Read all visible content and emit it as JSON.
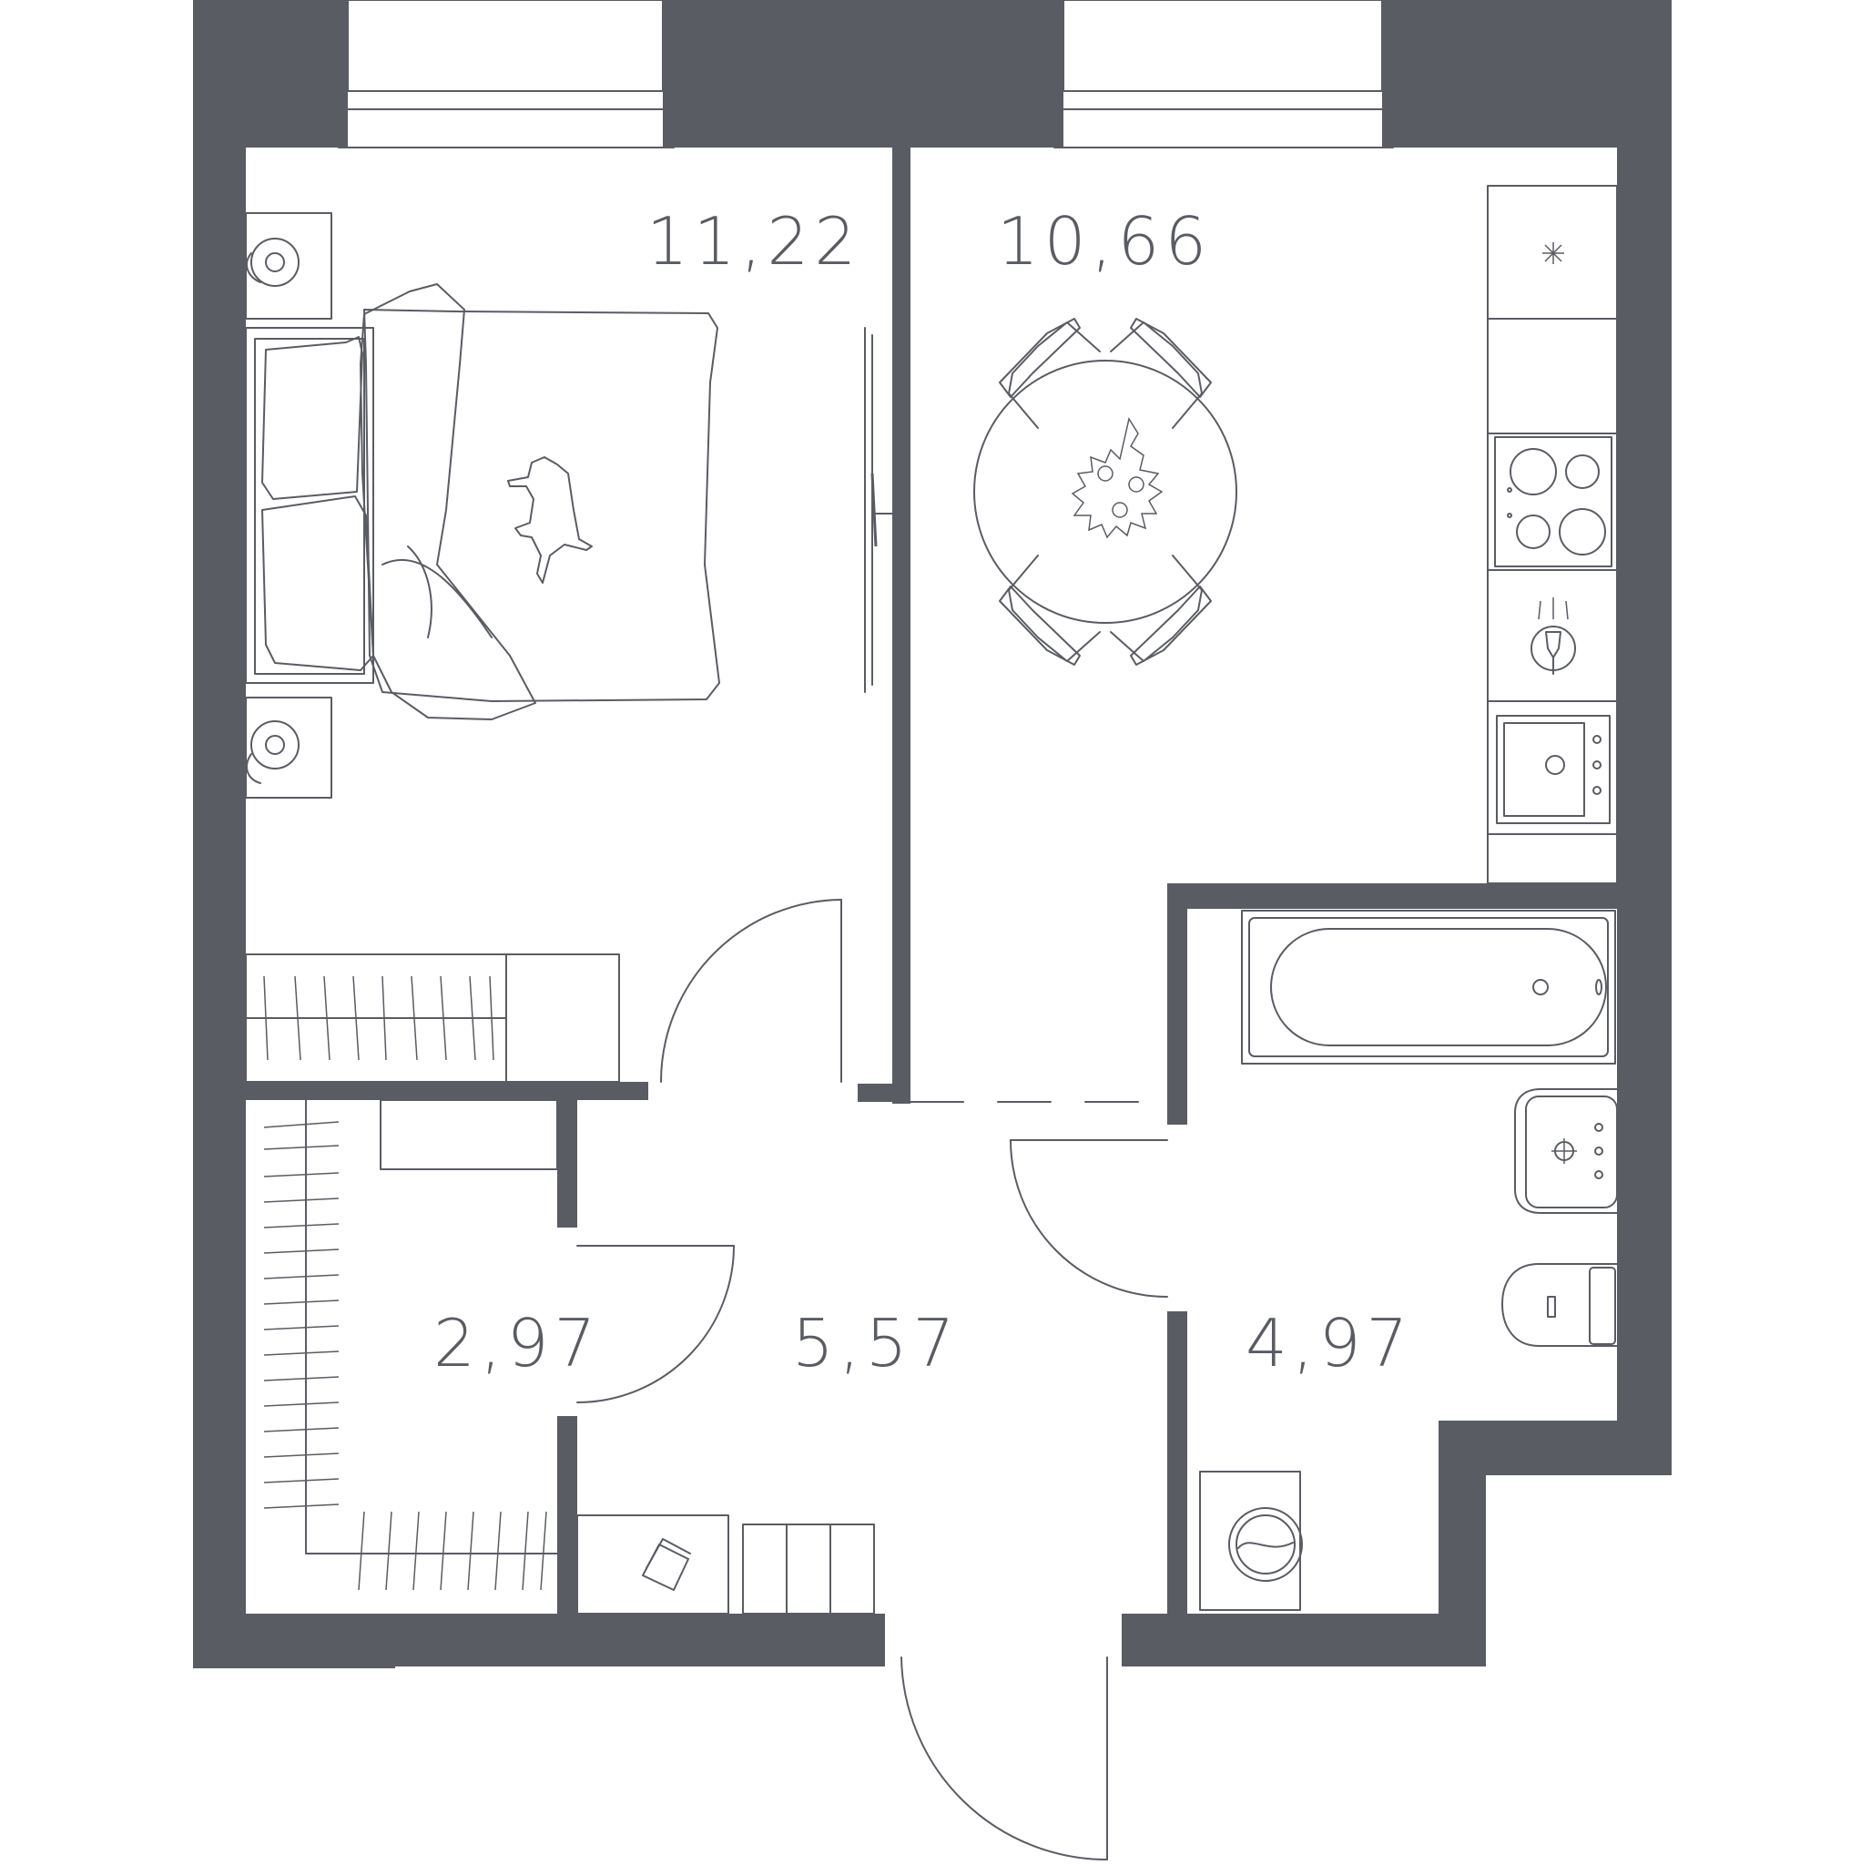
{
  "rooms": {
    "bedroom": {
      "area": "11,22"
    },
    "kitchen": {
      "area": "10,66"
    },
    "wardrobe": {
      "area": "2,97"
    },
    "hallway": {
      "area": "5,57"
    },
    "bathroom": {
      "area": "4,97"
    }
  },
  "colors": {
    "wall": "#5a5c64",
    "background": "#ffffff"
  }
}
